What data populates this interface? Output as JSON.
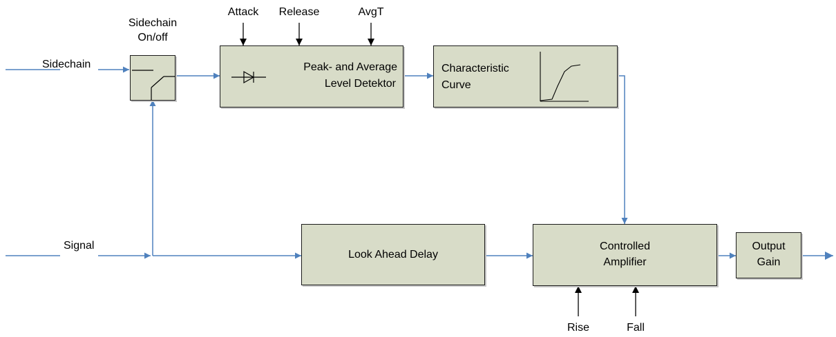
{
  "labels": {
    "sidechain_input": "Sidechain",
    "signal_input": "Signal",
    "sidechain_switch_line1": "Sidechain",
    "sidechain_switch_line2": "On/off",
    "attack": "Attack",
    "release": "Release",
    "avgt": "AvgT",
    "rise": "Rise",
    "fall": "Fall"
  },
  "blocks": {
    "detector": {
      "line1": "Peak- and Average",
      "line2": "Level Detektor"
    },
    "characteristic": {
      "line1": "Characteristic",
      "line2": "Curve"
    },
    "look_ahead": {
      "label": "Look Ahead Delay"
    },
    "amplifier": {
      "line1": "Controlled",
      "line2": "Amplifier"
    },
    "output_gain": {
      "line1": "Output",
      "line2": "Gain"
    }
  },
  "colors": {
    "signal_line": "#4f81bd",
    "control_arrow": "#000000",
    "block_fill": "#d8dcc8",
    "block_border": "#1a1a1a"
  }
}
